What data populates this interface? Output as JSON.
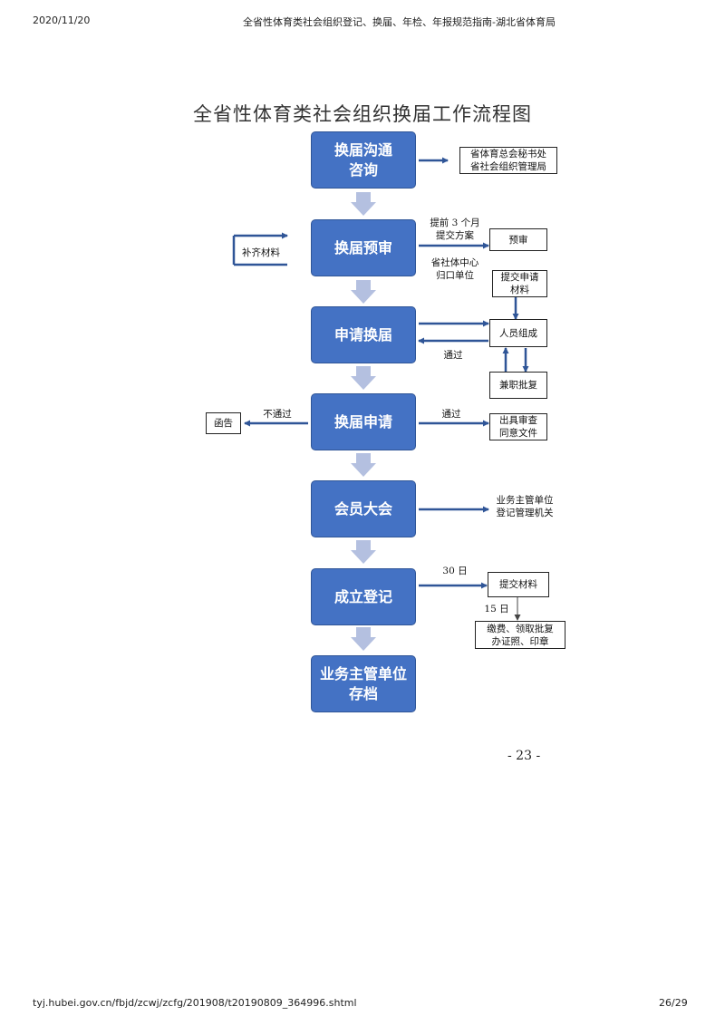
{
  "header": {
    "date": "2020/11/20",
    "doc_title": "全省性体育类社会组织登记、换届、年检、年报规范指南-湖北省体育局"
  },
  "footer": {
    "url": "tyj.hubei.gov.cn/fbjd/zcwj/zcfg/201908/t20190809_364996.shtml",
    "page_count": "26/29"
  },
  "page_number": "- 23 -",
  "diagram": {
    "title": "全省性体育类社会组织换届工作流程图",
    "steps": [
      "换届沟通\n咨询",
      "换届预审",
      "申请换届",
      "换届申请",
      "会员大会",
      "成立登记",
      "业务主管单位\n存档"
    ],
    "boxes": {
      "secretariat": "省体育总会秘书处\n省社会组织管理局",
      "supplement": "补齐材料",
      "pre_review": "预审",
      "submit_apply": "提交申请\n材料",
      "personnel": "人员组成",
      "concurrent": "兼职批复",
      "letter": "函告",
      "issue_docs": "出具审查\n同意文件",
      "submit_materials": "提交材料",
      "fees": "缴费、领取批复\n办证照、印章"
    },
    "labels": {
      "three_months": "提前 3 个月\n提交方案",
      "center": "省社体中心\n归口单位",
      "pass_1": "通过",
      "fail": "不通过",
      "pass_2": "通过",
      "authorities": "业务主管单位\n登记管理机关",
      "days_30": "30 日",
      "days_15": "15 日"
    }
  },
  "colors": {
    "node_fill": "#4472c4",
    "connector": "#2f5597",
    "down_arrow": "#b4c0e0"
  }
}
